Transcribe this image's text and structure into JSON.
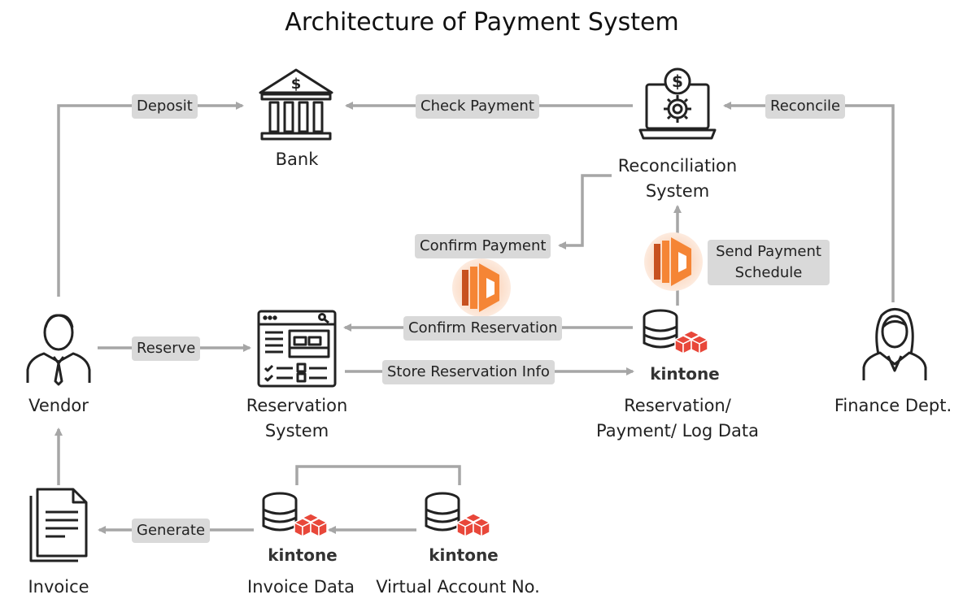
{
  "title": "Architecture of Payment System",
  "nodes": {
    "bank": {
      "label": "Bank",
      "icon": "bank-icon"
    },
    "reconciliation": {
      "label": "Reconciliation\nSystem",
      "icon": "laptop-gear-dollar-icon"
    },
    "vendor": {
      "label": "Vendor",
      "icon": "businessman-icon"
    },
    "reservation": {
      "label": "Reservation\nSystem",
      "icon": "booking-window-icon"
    },
    "reservation_data": {
      "label": "Reservation/\nPayment/ Log Data",
      "icon": "kintone-database-icon",
      "brand": "kintone"
    },
    "finance": {
      "label": "Finance Dept.",
      "icon": "businesswoman-icon"
    },
    "invoice": {
      "label": "Invoice",
      "icon": "document-icon"
    },
    "invoice_data": {
      "label": "Invoice Data",
      "icon": "kintone-database-icon",
      "brand": "kintone"
    },
    "virtual_account": {
      "label": "Virtual Account No.",
      "icon": "kintone-database-icon",
      "brand": "kintone"
    }
  },
  "edges": {
    "deposit": "Deposit",
    "check_payment": "Check Payment",
    "reconcile": "Reconcile",
    "confirm_payment": "Confirm Payment",
    "send_payment_schedule": "Send Payment\nSchedule",
    "reserve": "Reserve",
    "confirm_reservation": "Confirm Reservation",
    "store_reservation_info": "Store Reservation Info",
    "generate": "Generate"
  },
  "colors": {
    "arrow": "#a6a6a6",
    "label_bg": "#d9d9d9",
    "lambda_orange": "#f58535",
    "kintone_red": "#e8473a"
  },
  "function_icon": "aws-lambda-icon"
}
